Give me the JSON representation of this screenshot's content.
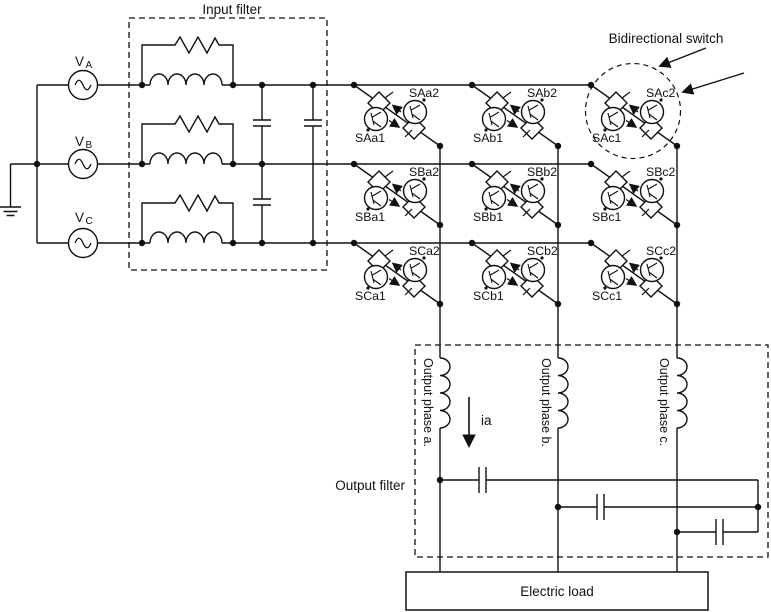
{
  "diagram": {
    "input_filter_label": "Input filter",
    "bidirectional_switch_label": "Bidirectional switch",
    "output_filter_label": "Output filter",
    "electric_load_label": "Electric load",
    "current_label": "ia"
  },
  "sources": [
    {
      "v": "V",
      "sub": "A"
    },
    {
      "v": "V",
      "sub": "B"
    },
    {
      "v": "V",
      "sub": "C"
    }
  ],
  "output_phases": [
    "Output phase a.",
    "Output phase b.",
    "Output phase c."
  ],
  "switches": {
    "Aa1": "SAa1",
    "Aa2": "SAa2",
    "Ab1": "SAb1",
    "Ab2": "SAb2",
    "Ac1": "SAc1",
    "Ac2": "SAc2",
    "Ba1": "SBa1",
    "Ba2": "SBa2",
    "Bb1": "SBb1",
    "Bb2": "SBb2",
    "Bc1": "SBc1",
    "Bc2": "SBc2",
    "Ca1": "SCa1",
    "Ca2": "SCa2",
    "Cb1": "SCb1",
    "Cb2": "SCb2",
    "Cc1": "SCc1",
    "Cc2": "SCc2"
  }
}
